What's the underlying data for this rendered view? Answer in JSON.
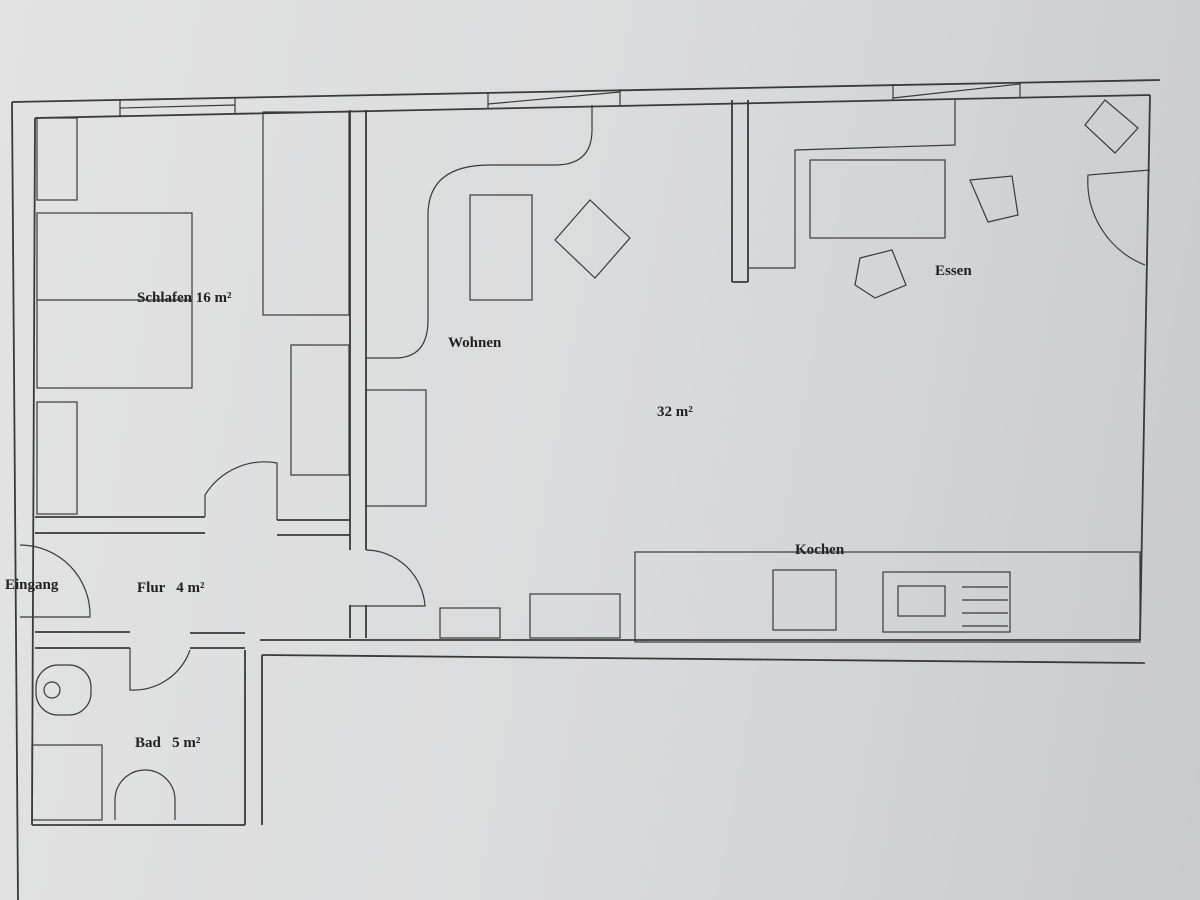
{
  "rooms": {
    "schlafen": "Schlafen  16 m²",
    "wohnen": "Wohnen",
    "wohnen_area": "32 m²",
    "essen": "Essen",
    "kochen": "Kochen",
    "eingang": "Eingang",
    "flur": "Flur   4 m²",
    "bad": "Bad   5 m²"
  }
}
